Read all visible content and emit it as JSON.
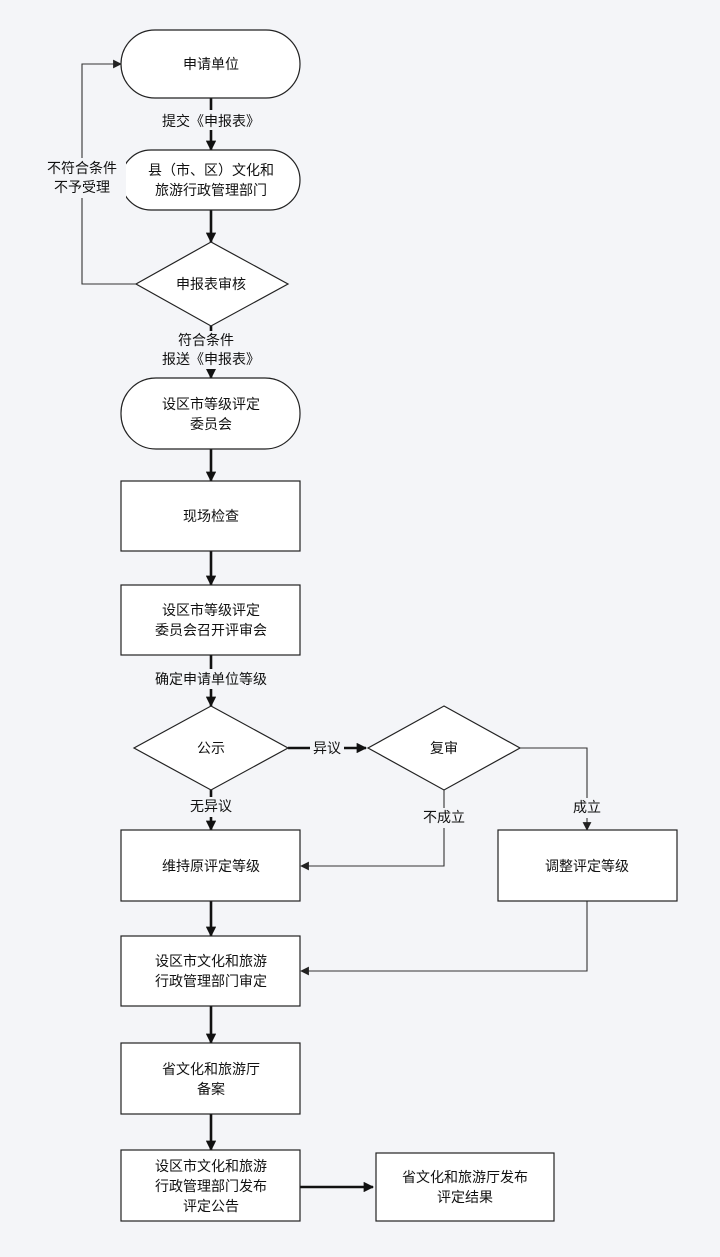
{
  "nodes": {
    "apply_unit": "申请单位",
    "county_dept": [
      "县（市、区）文化和",
      "旅游行政管理部门"
    ],
    "review": "申报表审核",
    "city_committee": [
      "设区市等级评定",
      "委员会"
    ],
    "site_check": "现场检查",
    "committee_meeting": [
      "设区市等级评定",
      "委员会召开评审会"
    ],
    "publicity": "公示",
    "recheck": "复审",
    "keep_grade": "维持原评定等级",
    "adjust_grade": "调整评定等级",
    "city_approve": [
      "设区市文化和旅游",
      "行政管理部门审定"
    ],
    "province_record": [
      "省文化和旅游厅",
      "备案"
    ],
    "city_announce": [
      "设区市文化和旅游",
      "行政管理部门发布",
      "评定公告"
    ],
    "province_publish": [
      "省文化和旅游厅发布",
      "评定结果"
    ]
  },
  "edge_labels": {
    "submit": "提交《申报表》",
    "reject": [
      "不符合条件",
      "不予受理"
    ],
    "qualified": [
      "符合条件",
      "报送《申报表》"
    ],
    "determine": "确定申请单位等级",
    "objection": "异议",
    "no_objection": "无异议",
    "not_established": "不成立",
    "established": "成立"
  }
}
